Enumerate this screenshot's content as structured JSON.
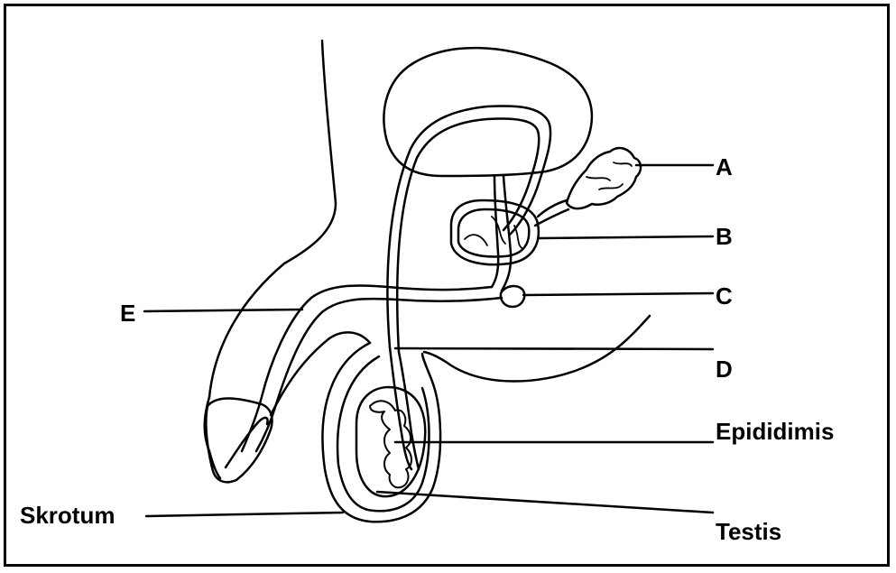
{
  "labels": {
    "a": "A",
    "b": "B",
    "c": "C",
    "d": "D",
    "e": "E",
    "epididymis": "Epididimis",
    "scrotum": "Skrotum",
    "testis": "Testis"
  },
  "colors": {
    "stroke": "#000000",
    "background": "#ffffff"
  }
}
